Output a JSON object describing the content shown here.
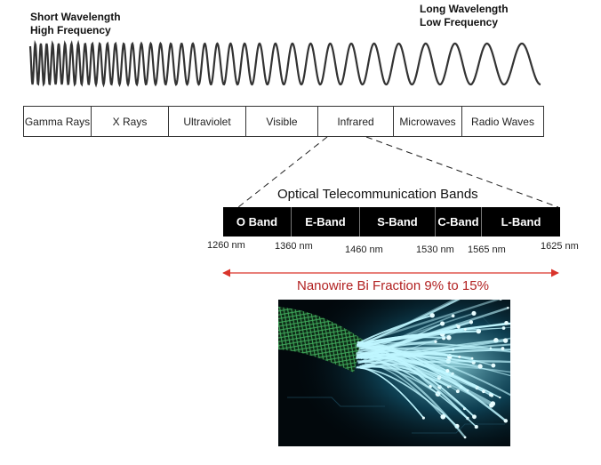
{
  "header": {
    "short_line1": "Short Wavelength",
    "short_line2": "High Frequency",
    "long_line1": "Long Wavelength",
    "long_line2": "Low Frequency"
  },
  "spectrum": {
    "regions": [
      "Gamma Rays",
      "X Rays",
      "Ultraviolet",
      "Visible",
      "Infrared",
      "Microwaves",
      "Radio Waves"
    ]
  },
  "telecom": {
    "title": "Optical Telecommunication Bands",
    "bands": [
      "O Band",
      "E-Band",
      "S-Band",
      "C-Band",
      "L-Band"
    ],
    "wavelengths": [
      "1260 nm",
      "1360 nm",
      "1460 nm",
      "1530 nm",
      "1565 nm",
      "1625 nm"
    ]
  },
  "nanowire": {
    "label": "Nanowire Bi Fraction 9%  to 15%"
  },
  "colors": {
    "arrow": "#d9342b",
    "label": "#b22222",
    "band_bg": "#000000",
    "fiber_glow": "#7fe8ff"
  }
}
